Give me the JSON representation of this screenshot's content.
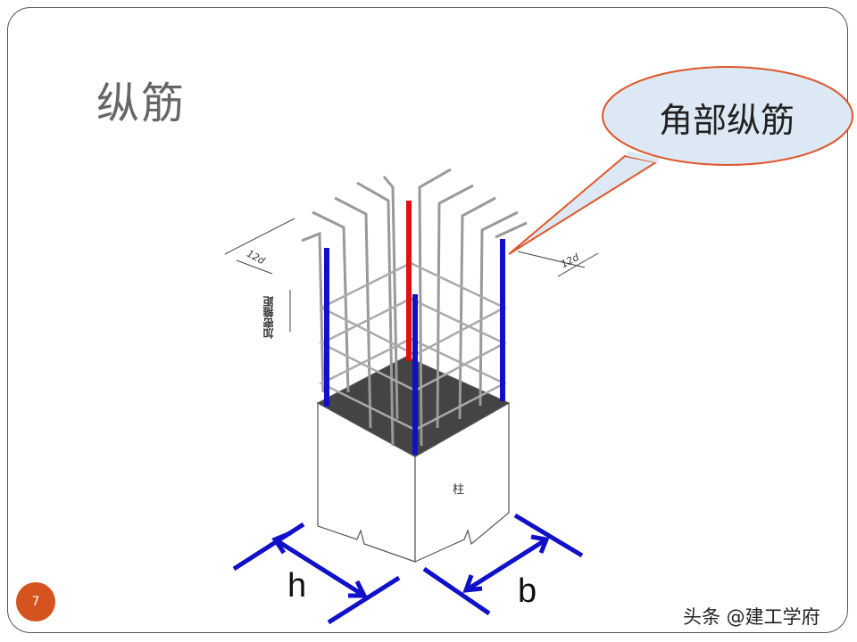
{
  "slide": {
    "title": "纵筋",
    "page_number": "7",
    "watermark": "头条 @建工学府"
  },
  "callout": {
    "text": "角部纵筋",
    "fill": "#dce9f5",
    "border": "#e0562a"
  },
  "diagram": {
    "dim_left": "12d",
    "dim_right": "12d",
    "stirrup_label": "加密箍距",
    "column_label": "柱",
    "h_label": "h",
    "b_label": "b",
    "corner_bar_color": "#1010c8",
    "highlight_bar_color": "#e01010"
  }
}
